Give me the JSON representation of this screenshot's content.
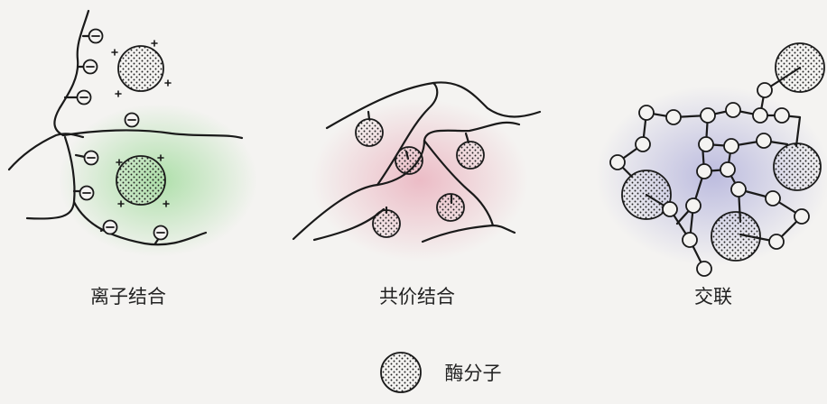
{
  "panels": [
    {
      "label": "离子结合",
      "color": "#7fd27a"
    },
    {
      "label": "共价结合",
      "color": "#e58fa3"
    },
    {
      "label": "交联",
      "color": "#8f8fd0"
    }
  ],
  "legend": {
    "label": "酶分子"
  }
}
